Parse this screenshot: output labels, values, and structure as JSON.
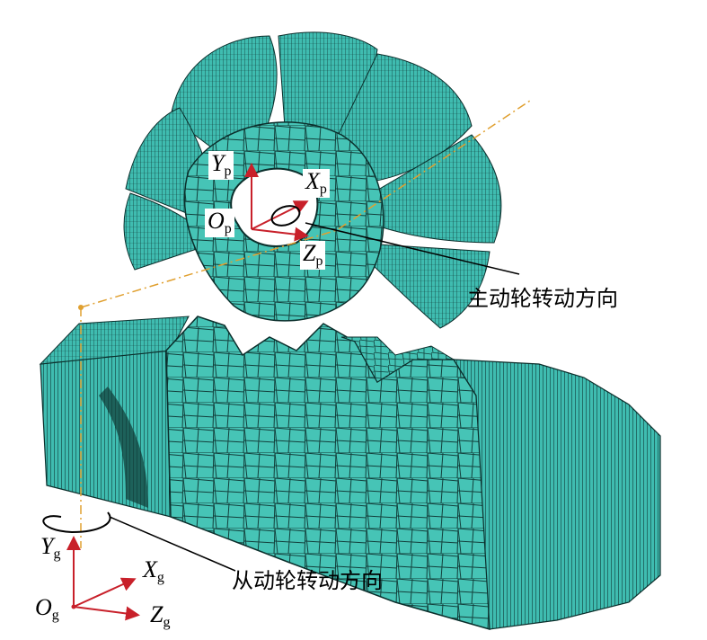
{
  "pinion_frame": {
    "x_axis": "X",
    "y_axis": "Y",
    "z_axis": "Z",
    "origin": "O",
    "subscript": "p"
  },
  "gear_frame": {
    "x_axis": "X",
    "y_axis": "Y",
    "z_axis": "Z",
    "origin": "O",
    "subscript": "g"
  },
  "annotations": {
    "pinion_rotation": "主动轮转动方向",
    "gear_rotation": "从动轮转动方向"
  },
  "colors": {
    "mesh_fill": "#3fbcb0",
    "mesh_line": "#0b2f2c",
    "axis_arrow": "#c8202a",
    "reference_axis": "#e0a030"
  }
}
